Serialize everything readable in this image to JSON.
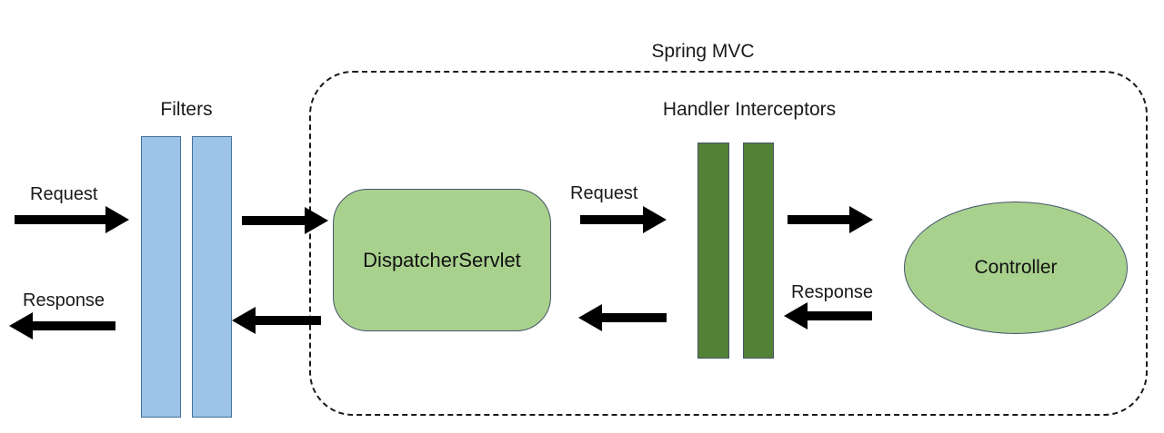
{
  "diagram": {
    "title": "Spring MVC",
    "filters": {
      "label": "Filters"
    },
    "handler_interceptors": {
      "label": "Handler Interceptors"
    },
    "dispatcher_servlet": {
      "label": "DispatcherServlet"
    },
    "controller": {
      "label": "Controller"
    },
    "flow_labels": {
      "request_in": "Request",
      "response_out": "Response",
      "request_mid": "Request",
      "response_mid": "Response"
    },
    "colors": {
      "filter_fill": "#9DC3E6",
      "filter_border": "#41719C",
      "interceptor_fill": "#538135",
      "interceptor_border": "#44546A",
      "node_fill": "#A9D18E",
      "node_border": "#44546A",
      "arrow_color": "#000000"
    }
  }
}
